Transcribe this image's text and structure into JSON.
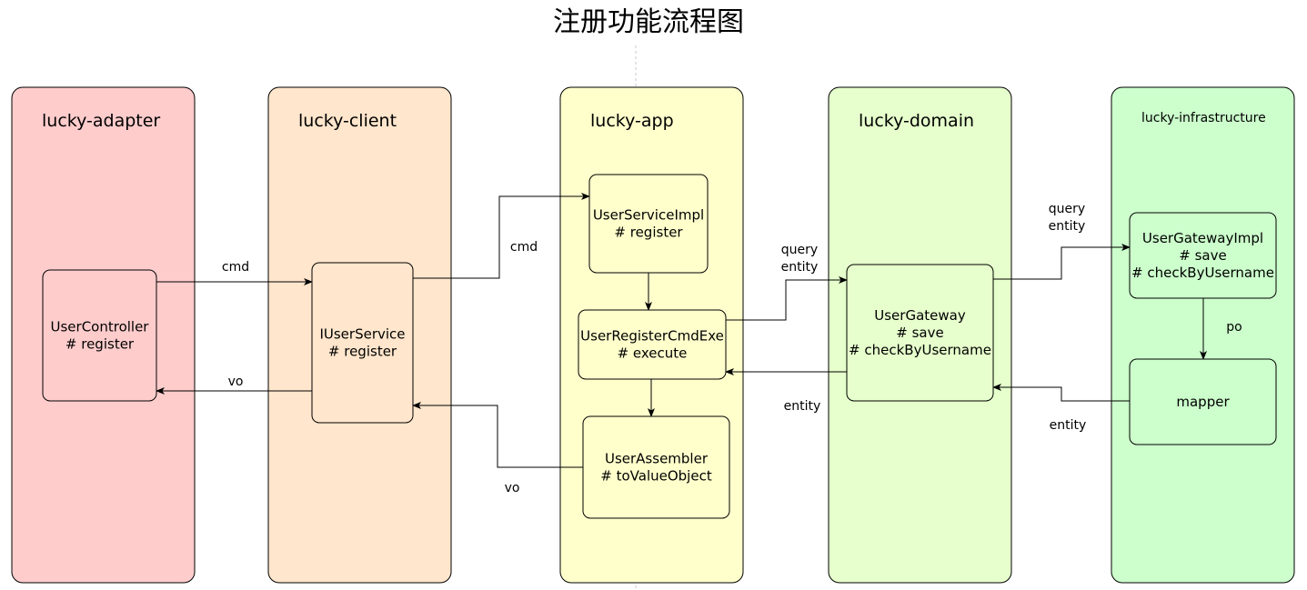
{
  "title": "注册功能流程图",
  "lanes": [
    {
      "id": "adapter",
      "label": "lucky-adapter",
      "color": "#ffcccc"
    },
    {
      "id": "client",
      "label": "lucky-client",
      "color": "#ffe6cc"
    },
    {
      "id": "app",
      "label": "lucky-app",
      "color": "#ffffcc"
    },
    {
      "id": "domain",
      "label": "lucky-domain",
      "color": "#e6ffcc"
    },
    {
      "id": "infra",
      "label": "lucky-infrastructure",
      "color": "#ccffcc"
    }
  ],
  "nodes": [
    {
      "id": "userController",
      "lane": "adapter",
      "lines": [
        "UserController",
        "# register"
      ]
    },
    {
      "id": "iUserService",
      "lane": "client",
      "lines": [
        "IUserService",
        "# register"
      ]
    },
    {
      "id": "userServiceImpl",
      "lane": "app",
      "lines": [
        "UserServiceImpl",
        "# register"
      ]
    },
    {
      "id": "userRegisterCmdExe",
      "lane": "app",
      "lines": [
        "UserRegisterCmdExe",
        "# execute"
      ]
    },
    {
      "id": "userAssembler",
      "lane": "app",
      "lines": [
        "UserAssembler",
        "# toValueObject"
      ]
    },
    {
      "id": "userGateway",
      "lane": "domain",
      "lines": [
        "UserGateway",
        "# save",
        "# checkByUsername"
      ]
    },
    {
      "id": "userGatewayImpl",
      "lane": "infra",
      "lines": [
        "UserGatewayImpl",
        "# save",
        "# checkByUsername"
      ]
    },
    {
      "id": "mapper",
      "lane": "infra",
      "lines": [
        "mapper"
      ]
    }
  ],
  "edges": [
    {
      "id": "e1",
      "from": "userController",
      "to": "iUserService",
      "label": [
        "cmd"
      ]
    },
    {
      "id": "e2",
      "from": "iUserService",
      "to": "userController",
      "label": [
        "vo"
      ]
    },
    {
      "id": "e3",
      "from": "iUserService",
      "to": "userServiceImpl",
      "label": [
        "cmd"
      ]
    },
    {
      "id": "e4",
      "from": "userServiceImpl",
      "to": "userRegisterCmdExe",
      "label": []
    },
    {
      "id": "e5",
      "from": "userRegisterCmdExe",
      "to": "userAssembler",
      "label": []
    },
    {
      "id": "e6",
      "from": "userAssembler",
      "to": "iUserService",
      "label": [
        "vo"
      ]
    },
    {
      "id": "e7",
      "from": "userRegisterCmdExe",
      "to": "userGateway",
      "label": [
        "query",
        "entity"
      ]
    },
    {
      "id": "e8",
      "from": "userGateway",
      "to": "userRegisterCmdExe",
      "label": [
        "entity"
      ]
    },
    {
      "id": "e9",
      "from": "userGateway",
      "to": "userGatewayImpl",
      "label": [
        "query",
        "entity"
      ]
    },
    {
      "id": "e10",
      "from": "userGatewayImpl",
      "to": "mapper",
      "label": [
        "po"
      ]
    },
    {
      "id": "e11",
      "from": "mapper",
      "to": "userGateway",
      "label": [
        "entity"
      ]
    }
  ]
}
